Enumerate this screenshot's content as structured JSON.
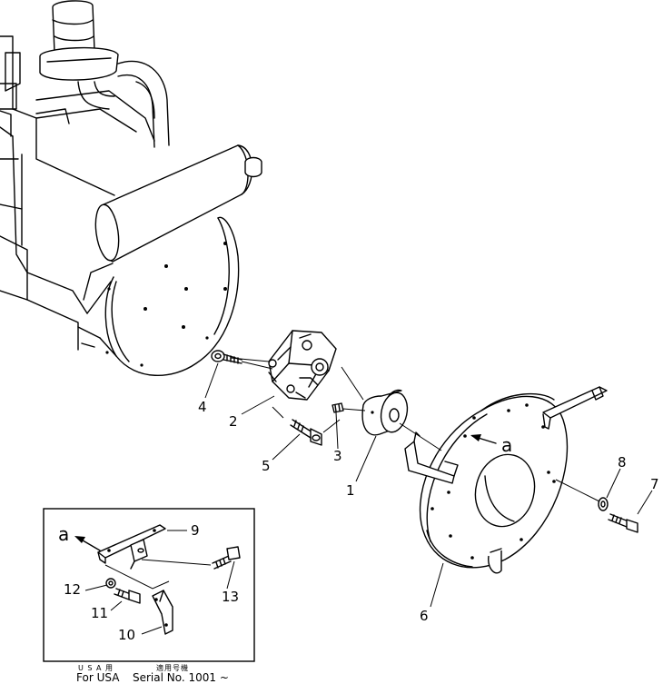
{
  "callouts": {
    "n1": "1",
    "n2": "2",
    "n3": "3",
    "n4": "4",
    "n5": "5",
    "n6": "6",
    "n7": "7",
    "n8": "8",
    "n9": "9",
    "n10": "10",
    "n11": "11",
    "n12": "12",
    "n13": "13"
  },
  "view_ref_main": "a",
  "inset": {
    "view_ref": "a",
    "caption_usa_jp": "U S A 用",
    "caption_usa": "For USA",
    "caption_serial_jp": "適用号機",
    "caption_serial": "Serial No. 1001 ~"
  }
}
